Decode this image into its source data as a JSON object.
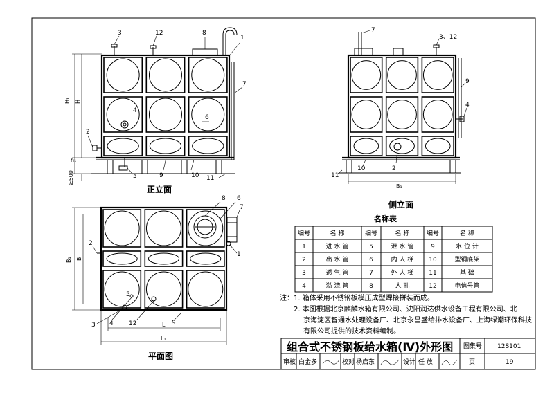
{
  "views": {
    "front": {
      "caption": "正立面",
      "callouts": [
        "3",
        "12",
        "8",
        "1",
        "7",
        "4",
        "6",
        "2",
        "5",
        "9",
        "10",
        "11"
      ],
      "dims": [
        "H₁",
        "H",
        "h₁",
        "≥500"
      ]
    },
    "side": {
      "caption": "侧立面",
      "callouts": [
        "7",
        "3、12",
        "9",
        "4",
        "11",
        "10",
        "2"
      ],
      "dims": [
        "B₁"
      ]
    },
    "plan": {
      "caption": "平面图",
      "callouts": [
        "8",
        "6",
        "7",
        "1",
        "2",
        "5",
        "3",
        "4",
        "12",
        "9"
      ],
      "dims": [
        "B₁",
        "B",
        "L",
        "L₁"
      ]
    }
  },
  "legend": {
    "title": "名称表",
    "header": [
      "编号",
      "名 称",
      "编号",
      "名 称",
      "编号",
      "名 称"
    ],
    "rows": [
      [
        "1",
        "进 水 管",
        "5",
        "泄 水 管",
        "9",
        "水 位 计"
      ],
      [
        "2",
        "出 水 管",
        "6",
        "内 人 梯",
        "10",
        "型钢底架"
      ],
      [
        "3",
        "透 气 管",
        "7",
        "外 人 梯",
        "11",
        "基 础"
      ],
      [
        "4",
        "溢 流 管",
        "8",
        "人 孔",
        "12",
        "电信号管"
      ]
    ]
  },
  "notes": {
    "label": "注：",
    "items": [
      "1. 箱体采用不锈钢板模压成型焊接拼装而成。",
      "2. 本图根据北京麒麟水箱有限公司、沈阳润达供水设备工程有限公司、北",
      "京海淀区智通水处理设备厂、北京永昌盛给排水设备厂、上海绿潮环保科技",
      "有限公司提供的技术资料编制。"
    ]
  },
  "title_block": {
    "title": "组合式不锈钢板给水箱(Ⅳ)外形图",
    "atlas_label": "图集号",
    "atlas_no": "12S101",
    "page_label": "页",
    "page_no": "19",
    "review_label": "审核",
    "reviewer": "白金多",
    "check_label": "校对",
    "checker": "杨启东",
    "design_label": "设计",
    "designer": "任 放"
  }
}
